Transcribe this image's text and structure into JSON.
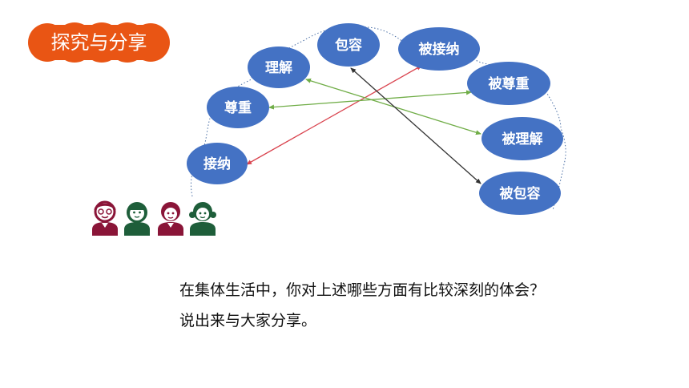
{
  "title": "探究与分享",
  "nodes": {
    "jiena": "接纳",
    "zunzhong": "尊重",
    "lijie": "理解",
    "baorong": "包容",
    "bei_jiena": "被接纳",
    "bei_zunzhong": "被尊重",
    "bei_lijie": "被理解",
    "bei_baorong": "被包容"
  },
  "question": {
    "line1": "在集体生活中，你对上述哪些方面有比较深刻的体会？",
    "line2": "说出来与大家分享。"
  },
  "colors": {
    "title_bg": "#e95514",
    "node_fill": "#4472c4",
    "arrow_red": "#d9434e",
    "arrow_green": "#70ad47",
    "arrow_dark": "#333333",
    "dotted_arc": "#4a6fa5"
  }
}
